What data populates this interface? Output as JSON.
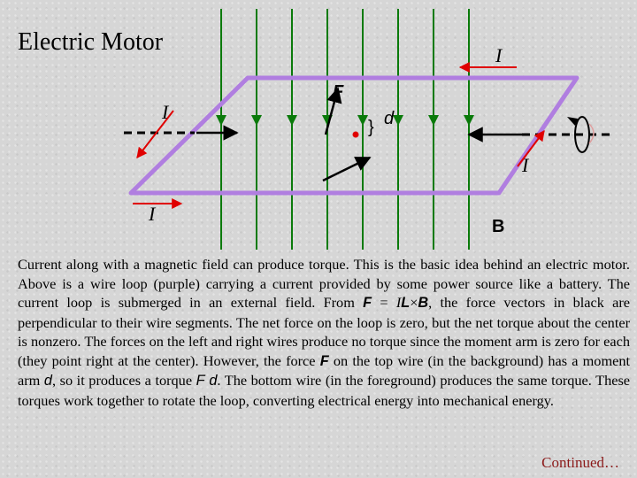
{
  "title": "Electric Motor",
  "labels": {
    "current_top_right": "I",
    "current_left": "I",
    "current_bottom_left": "I",
    "current_right": "I",
    "force": "F",
    "distance": "d",
    "brace": "}",
    "field": "B"
  },
  "colors": {
    "loop": "#b07ee0",
    "field_lines": "#0a7a0a",
    "current_arrows": "#e00000",
    "force_arrows": "#000000",
    "continued": "#8b1a1a"
  },
  "paragraph": {
    "s1": "Current along with a magnetic field can produce torque. This is the basic idea behind an electric motor. Above is a wire loop (purple) carrying a current provided by some power source like a battery. The current loop is submerged in an external field. From ",
    "F": "F",
    "eq": " = ",
    "I": "I",
    "L": "L",
    "cross": "×",
    "B": "B",
    "s2": ", the force vectors in black are perpendicular to their wire segments. The net force on the loop is zero, but the net torque about the center is nonzero. The forces on the left and right wires produce no torque since the moment arm is zero for each (they point right at the center). However, the force ",
    "F2": "F",
    "s3": " on the top wire (in the background) has a moment arm ",
    "d": "d",
    "s4": ", so it produces a torque ",
    "Fd": "F d",
    "s5": ". The bottom wire (in the foreground) produces the same torque. These torques work together to rotate the loop, converting electrical energy into mechanical energy."
  },
  "continued": "Continued…"
}
